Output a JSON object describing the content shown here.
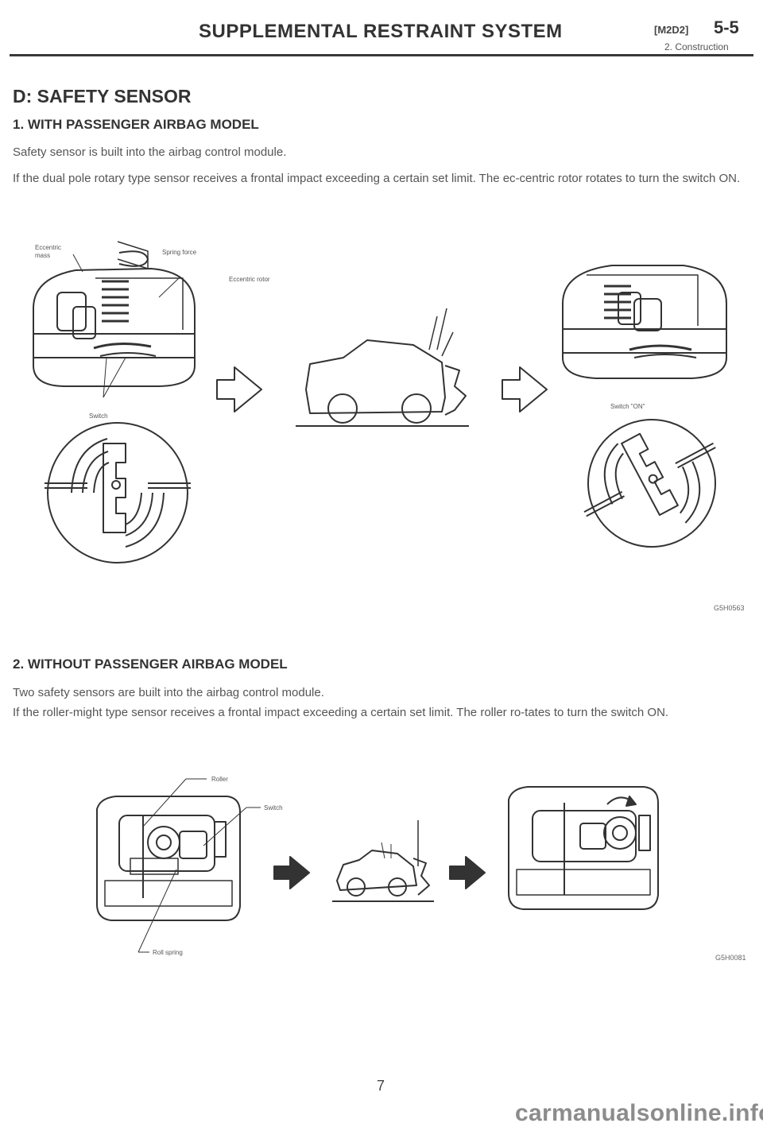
{
  "header": {
    "title": "SUPPLEMENTAL RESTRAINT SYSTEM",
    "code": "[M2D2]",
    "page_ref": "5-5",
    "subtitle": "2. Construction"
  },
  "section_title": "D: SAFETY SENSOR",
  "part1": {
    "heading": "1. WITH PASSENGER AIRBAG MODEL",
    "para1": "Safety sensor is built into the airbag control module.",
    "para2": "If the dual pole rotary type sensor receives a frontal impact exceeding a certain set limit. The ec-centric rotor rotates to turn the switch ON.",
    "figure": {
      "labels": {
        "eccentric": "Eccentric",
        "mass": "mass",
        "spring_force": "Spring force",
        "eccentric_rotor": "Eccentric rotor",
        "switch": "Switch",
        "switch_on": "Switch \"ON\""
      },
      "code": "G5H0563"
    }
  },
  "part2": {
    "heading": "2. WITHOUT PASSENGER AIRBAG MODEL",
    "para1": "Two safety sensors are built into the airbag control module.",
    "para2": "If the roller-might type sensor receives a frontal impact exceeding a certain set limit. The roller ro-tates to turn the switch ON.",
    "figure": {
      "labels": {
        "roller": "Roller",
        "switch": "Switch",
        "roll_spring": "Roll spring"
      },
      "code": "G5H0081"
    }
  },
  "page_number": "7",
  "watermark": "carmanualsonline.info",
  "colors": {
    "text": "#2e2e2e",
    "line": "#333333",
    "background": "#ffffff"
  }
}
